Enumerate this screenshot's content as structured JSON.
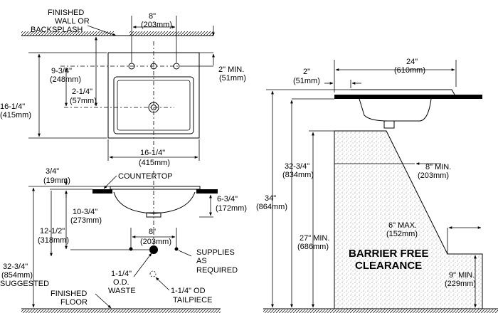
{
  "plan_view": {
    "wall_label_1": "FINISHED",
    "wall_label_2": "WALL OR",
    "wall_label_3": "BACKSPLASH",
    "faucet_spacing": "8\"",
    "faucet_spacing_mm": "(203mm)",
    "min_2": "2\" MIN.",
    "min_2_mm": "(51mm)",
    "depth_9_3_4": "9-3/4\"",
    "depth_9_3_4_mm": "(248mm)",
    "drain_2_1_4": "2-1/4\"",
    "drain_2_1_4_mm": "(57mm)",
    "overall_16_1_4": "16-1/4\"",
    "overall_16_1_4_mm": "(415mm)",
    "width_16_1_4": "16-1/4\"",
    "width_16_1_4_mm": "(415mm)"
  },
  "front_view": {
    "rim_3_4": "3/4\"",
    "rim_3_4_mm": "(19mm)",
    "countertop": "COUNTERTOP",
    "bowl_6_3_4": "6-3/4\"",
    "bowl_6_3_4_mm": "(172mm)",
    "drop_10_3_4": "10-3/4\"",
    "drop_10_3_4_mm": "(273mm)",
    "drop_12_1_2": "12-1/2\"",
    "drop_12_1_2_mm": "(318mm)",
    "supply_spacing": "8\"",
    "supply_spacing_mm": "(203mm)",
    "supplies_1": "SUPPLIES",
    "supplies_2": "AS",
    "supplies_3": "REQUIRED",
    "height_32_3_4": "32-3/4\"",
    "height_32_3_4_mm": "(854mm)",
    "suggested": "SUGGESTED",
    "waste_1": "1-1/4\"",
    "waste_2": "O.D.",
    "waste_3": "WASTE",
    "tailpiece_1": "1-1/4\" OD",
    "tailpiece_2": "TAILPIECE",
    "floor_1": "FINISHED",
    "floor_2": "FLOOR"
  },
  "side_view": {
    "top_24": "24\"",
    "top_24_mm": "(610mm)",
    "top_2": "2\"",
    "top_2_mm": "(51mm)",
    "min_8": "8\" MIN.",
    "min_8_mm": "(203mm)",
    "h_32_3_4": "32-3/4\"",
    "h_32_3_4_mm": "(834mm)",
    "h_34": "34\"",
    "h_34_mm": "(864mm)",
    "h_27": "27\" MIN.",
    "h_27_mm": "(686mm)",
    "max_6": "6\" MAX.",
    "max_6_mm": "(152mm)",
    "barrier_1": "BARRIER FREE",
    "barrier_2": "CLEARANCE",
    "min_9": "9\" MIN.",
    "min_9_mm": "(229mm)"
  }
}
